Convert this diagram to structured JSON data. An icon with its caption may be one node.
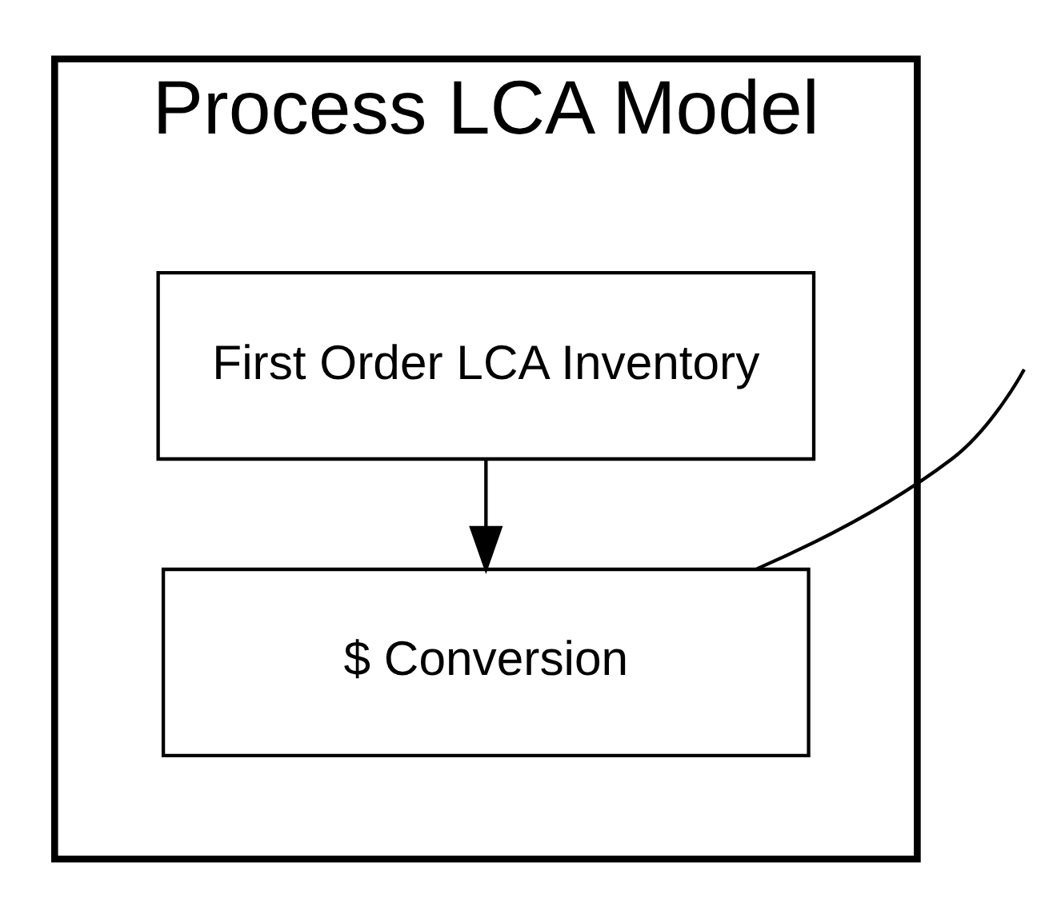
{
  "diagram": {
    "nodes": [
      {
        "text": [
          "Process LCA Model"
        ]
      },
      {
        "text": [
          "First Order LCA Inventory"
        ],
        "in": 0
      },
      {
        "text": [
          "$ Conversion"
        ],
        "in": 0
      }
    ],
    "edges": [
      {
        "from": 1,
        "to": 2,
        "arrow": "to"
      },
      {
        "from": null,
        "to": 2,
        "arrow": "none"
      }
    ]
  }
}
